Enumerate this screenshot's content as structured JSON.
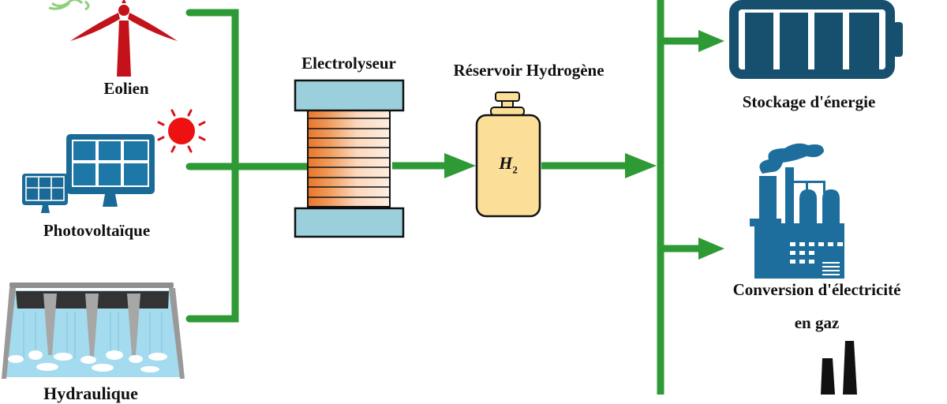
{
  "diagram": {
    "sources": [
      {
        "id": "wind",
        "label": "Eolien",
        "icon": "wind-turbine-icon"
      },
      {
        "id": "solar",
        "label": "Photovoltaïque",
        "icon": "solar-panel-icon"
      },
      {
        "id": "hydro",
        "label": "Hydraulique",
        "icon": "hydro-dam-icon"
      }
    ],
    "electrolyser": {
      "label": "Electrolyseur"
    },
    "tank": {
      "label": "Réservoir Hydrogène",
      "formula": "H",
      "formula_sub": "2"
    },
    "outputs": [
      {
        "id": "storage",
        "label": "Stockage d'énergie",
        "icon": "battery-icon"
      },
      {
        "id": "power-to-gas",
        "label_line1": "Conversion d'électricité",
        "label_line2": "en gaz",
        "icon": "factory-icon"
      },
      {
        "id": "industry",
        "icon": "chimney-icon"
      }
    ]
  },
  "colors": {
    "flow": "#2e9a35",
    "wind": "#c4121a",
    "sun": "#ee1111",
    "icon_blue": "#1a6a98",
    "battery": "#17506e",
    "electrolyser_plate": "#9ccfdc",
    "electrolyser_core": "#e8823a",
    "tank": "#fbdf98",
    "water": "#a5dbee"
  }
}
